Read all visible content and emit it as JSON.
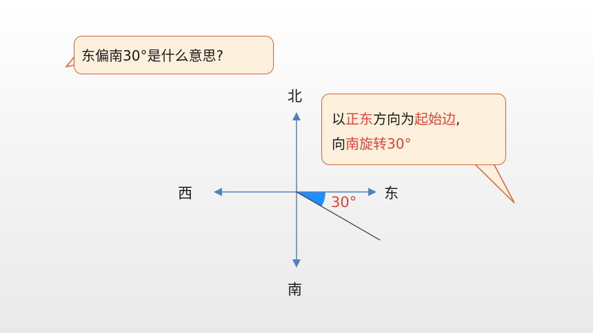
{
  "question": {
    "text": "东偏南30°是什么意思?"
  },
  "answer": {
    "line1": [
      {
        "text": "以",
        "highlight": false
      },
      {
        "text": "正东",
        "highlight": true
      },
      {
        "text": "方向为",
        "highlight": false
      },
      {
        "text": "起始边",
        "highlight": true
      },
      {
        "text": ",",
        "highlight": false
      }
    ],
    "line2": [
      {
        "text": "向",
        "highlight": false
      },
      {
        "text": "南旋转30°",
        "highlight": true
      }
    ]
  },
  "compass": {
    "north": "北",
    "south": "南",
    "east": "东",
    "west": "西",
    "angle_label": "30°",
    "angle_degrees": 30
  },
  "colors": {
    "axis": "#5b7fb5",
    "arrow_fill": "#4f81bd",
    "sector": "#1e90ff",
    "ray": "#333333",
    "highlight": "#e0443b",
    "bubble_fill": "#fdf0dc",
    "bubble_border": "#d9603b"
  }
}
